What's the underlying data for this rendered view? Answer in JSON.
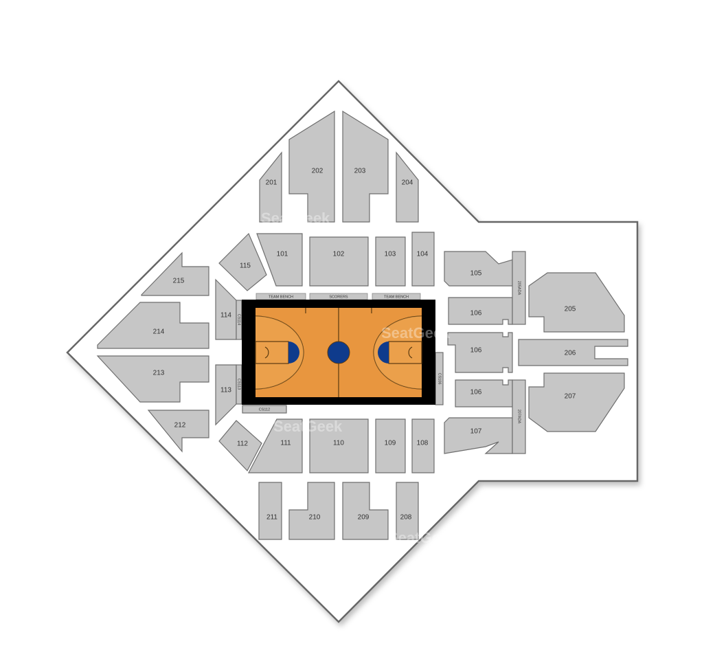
{
  "map": {
    "watermark": "SeatGeek",
    "colors": {
      "section": "#c6c6c6",
      "court": "#e8963f",
      "court_border": "#000000",
      "center_circle": "#0f3b8c",
      "outline": "#666666"
    },
    "court_labels": {
      "team_bench_left": "TEAM BENCH",
      "scorers": "SCORERS",
      "team_bench_right": "TEAM BENCH"
    },
    "sections": {
      "s201": "201",
      "s202": "202",
      "s203": "203",
      "s204": "204",
      "s205": "205",
      "s206": "206",
      "s207": "207",
      "s208": "208",
      "s209": "209",
      "s210": "210",
      "s211": "211",
      "s212": "212",
      "s213": "213",
      "s214": "214",
      "s215": "215",
      "s101": "101",
      "s102": "102",
      "s103": "103",
      "s104": "104",
      "s105": "105",
      "s106a": "106",
      "s106b": "106",
      "s106c": "106",
      "s107": "107",
      "s108": "108",
      "s109": "109",
      "s110": "110",
      "s111": "111",
      "s112": "112",
      "s113": "113",
      "s114": "114",
      "s115": "115",
      "cs114": "CS114",
      "cs113": "CS113",
      "cs112": "CS112",
      "cs106": "CS106",
      "ada205": "205ADA",
      "ada207": "207ADA"
    }
  }
}
